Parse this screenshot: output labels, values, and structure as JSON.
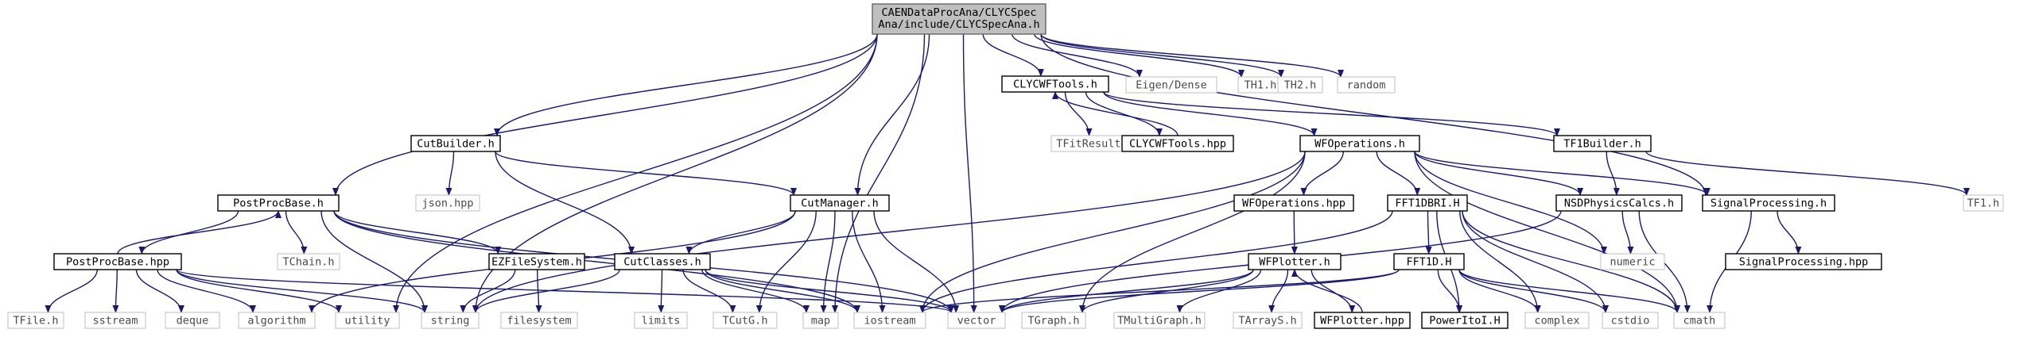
{
  "diagram": {
    "root": {
      "id": "root",
      "lines": [
        "CAENDataProcAna/CLYCSpec",
        "Ana/include/CLYCSpecAna.h"
      ]
    },
    "nodes": [
      {
        "id": "clycwftools_h",
        "label": "CLYCWFTools.h",
        "kind": "doc"
      },
      {
        "id": "eigen",
        "label": "Eigen/Dense",
        "kind": "ext"
      },
      {
        "id": "th1",
        "label": "TH1.h",
        "kind": "ext"
      },
      {
        "id": "th2",
        "label": "TH2.h",
        "kind": "ext"
      },
      {
        "id": "random",
        "label": "random",
        "kind": "ext"
      },
      {
        "id": "cutbuilder",
        "label": "CutBuilder.h",
        "kind": "doc"
      },
      {
        "id": "tfitresult",
        "label": "TFitResult.h",
        "kind": "ext"
      },
      {
        "id": "clycwftools_hpp",
        "label": "CLYCWFTools.hpp",
        "kind": "doc"
      },
      {
        "id": "wfoperations_h",
        "label": "WFOperations.h",
        "kind": "doc"
      },
      {
        "id": "tf1builder",
        "label": "TF1Builder.h",
        "kind": "doc"
      },
      {
        "id": "tf1",
        "label": "TF1.h",
        "kind": "ext"
      },
      {
        "id": "json",
        "label": "json.hpp",
        "kind": "ext"
      },
      {
        "id": "postprocbase_h",
        "label": "PostProcBase.h",
        "kind": "doc"
      },
      {
        "id": "cutmanager",
        "label": "CutManager.h",
        "kind": "doc"
      },
      {
        "id": "wfoperations_hpp",
        "label": "WFOperations.hpp",
        "kind": "doc"
      },
      {
        "id": "fft1dbri",
        "label": "FFT1DBRI.H",
        "kind": "doc"
      },
      {
        "id": "nsdphysics",
        "label": "NSDPhysicsCalcs.h",
        "kind": "doc"
      },
      {
        "id": "signalproc_h",
        "label": "SignalProcessing.h",
        "kind": "doc"
      },
      {
        "id": "tchain",
        "label": "TChain.h",
        "kind": "ext"
      },
      {
        "id": "postprocbase_hpp",
        "label": "PostProcBase.hpp",
        "kind": "doc"
      },
      {
        "id": "ezfilesystem",
        "label": "EZFileSystem.h",
        "kind": "doc"
      },
      {
        "id": "cutclasses",
        "label": "CutClasses.h",
        "kind": "doc"
      },
      {
        "id": "wfplotter_h",
        "label": "WFPlotter.h",
        "kind": "doc"
      },
      {
        "id": "fft1d",
        "label": "FFT1D.H",
        "kind": "doc"
      },
      {
        "id": "numeric",
        "label": "numeric",
        "kind": "ext"
      },
      {
        "id": "signalproc_hpp",
        "label": "SignalProcessing.hpp",
        "kind": "doc"
      },
      {
        "id": "tfile",
        "label": "TFile.h",
        "kind": "ext"
      },
      {
        "id": "sstream",
        "label": "sstream",
        "kind": "ext"
      },
      {
        "id": "deque",
        "label": "deque",
        "kind": "ext"
      },
      {
        "id": "algorithm",
        "label": "algorithm",
        "kind": "ext"
      },
      {
        "id": "utility",
        "label": "utility",
        "kind": "ext"
      },
      {
        "id": "string",
        "label": "string",
        "kind": "ext"
      },
      {
        "id": "filesystem",
        "label": "filesystem",
        "kind": "ext"
      },
      {
        "id": "limits",
        "label": "limits",
        "kind": "ext"
      },
      {
        "id": "tcutg",
        "label": "TCutG.h",
        "kind": "ext"
      },
      {
        "id": "map",
        "label": "map",
        "kind": "ext"
      },
      {
        "id": "iostream",
        "label": "iostream",
        "kind": "ext"
      },
      {
        "id": "vector",
        "label": "vector",
        "kind": "ext"
      },
      {
        "id": "tgraph",
        "label": "TGraph.h",
        "kind": "ext"
      },
      {
        "id": "tmultigraph",
        "label": "TMultiGraph.h",
        "kind": "ext"
      },
      {
        "id": "tarrays",
        "label": "TArrayS.h",
        "kind": "ext"
      },
      {
        "id": "wfplotter_hpp",
        "label": "WFPlotter.hpp",
        "kind": "doc"
      },
      {
        "id": "poweritoi",
        "label": "PowerItoI.H",
        "kind": "doc"
      },
      {
        "id": "complex",
        "label": "complex",
        "kind": "ext"
      },
      {
        "id": "cstdio",
        "label": "cstdio",
        "kind": "ext"
      },
      {
        "id": "cmath",
        "label": "cmath",
        "kind": "ext"
      }
    ],
    "edges": [
      [
        "root",
        "clycwftools_h"
      ],
      [
        "root",
        "eigen"
      ],
      [
        "root",
        "th1"
      ],
      [
        "root",
        "th2"
      ],
      [
        "root",
        "random"
      ],
      [
        "root",
        "cutbuilder"
      ],
      [
        "root",
        "postprocbase_h"
      ],
      [
        "root",
        "cutmanager"
      ],
      [
        "root",
        "string"
      ],
      [
        "root",
        "utility"
      ],
      [
        "root",
        "map"
      ],
      [
        "root",
        "vector"
      ],
      [
        "root",
        "signalproc_h"
      ],
      [
        "clycwftools_h",
        "tfitresult"
      ],
      [
        "clycwftools_h",
        "clycwftools_hpp"
      ],
      [
        "clycwftools_hpp",
        "clycwftools_h"
      ],
      [
        "clycwftools_h",
        "wfoperations_h"
      ],
      [
        "clycwftools_h",
        "tf1builder"
      ],
      [
        "tf1builder",
        "tf1"
      ],
      [
        "tf1builder",
        "nsdphysics"
      ],
      [
        "cutbuilder",
        "json"
      ],
      [
        "cutbuilder",
        "cutmanager"
      ],
      [
        "cutbuilder",
        "cutclasses"
      ],
      [
        "cutmanager",
        "cutclasses"
      ],
      [
        "cutmanager",
        "algorithm"
      ],
      [
        "cutmanager",
        "tcutg"
      ],
      [
        "cutmanager",
        "map"
      ],
      [
        "cutmanager",
        "iostream"
      ],
      [
        "cutmanager",
        "vector"
      ],
      [
        "postprocbase_h",
        "tchain"
      ],
      [
        "postprocbase_h",
        "postprocbase_hpp"
      ],
      [
        "postprocbase_hpp",
        "postprocbase_h"
      ],
      [
        "postprocbase_h",
        "ezfilesystem"
      ],
      [
        "postprocbase_h",
        "string"
      ],
      [
        "postprocbase_h",
        "vector"
      ],
      [
        "postprocbase_h",
        "iostream"
      ],
      [
        "postprocbase_hpp",
        "tfile"
      ],
      [
        "postprocbase_hpp",
        "sstream"
      ],
      [
        "postprocbase_hpp",
        "deque"
      ],
      [
        "postprocbase_hpp",
        "algorithm"
      ],
      [
        "postprocbase_hpp",
        "utility"
      ],
      [
        "postprocbase_hpp",
        "string"
      ],
      [
        "postprocbase_hpp",
        "vector"
      ],
      [
        "ezfilesystem",
        "string"
      ],
      [
        "ezfilesystem",
        "filesystem"
      ],
      [
        "cutclasses",
        "limits"
      ],
      [
        "cutclasses",
        "tcutg"
      ],
      [
        "cutclasses",
        "map"
      ],
      [
        "cutclasses",
        "iostream"
      ],
      [
        "cutclasses",
        "vector"
      ],
      [
        "cutclasses",
        "string"
      ],
      [
        "wfoperations_h",
        "wfoperations_hpp"
      ],
      [
        "wfoperations_h",
        "fft1dbri"
      ],
      [
        "wfoperations_h",
        "nsdphysics"
      ],
      [
        "wfoperations_h",
        "signalproc_h"
      ],
      [
        "wfoperations_h",
        "numeric"
      ],
      [
        "wfoperations_h",
        "cmath"
      ],
      [
        "wfoperations_h",
        "string"
      ],
      [
        "wfoperations_h",
        "iostream"
      ],
      [
        "wfoperations_h",
        "tgraph"
      ],
      [
        "wfoperations_hpp",
        "wfplotter_h"
      ],
      [
        "wfplotter_h",
        "vector"
      ],
      [
        "wfplotter_h",
        "tgraph"
      ],
      [
        "wfplotter_h",
        "tmultigraph"
      ],
      [
        "wfplotter_h",
        "tarrays"
      ],
      [
        "wfplotter_h",
        "wfplotter_hpp"
      ],
      [
        "wfplotter_hpp",
        "wfplotter_h"
      ],
      [
        "fft1dbri",
        "fft1d"
      ],
      [
        "fft1dbri",
        "poweritoi"
      ],
      [
        "fft1dbri",
        "complex"
      ],
      [
        "fft1dbri",
        "cstdio"
      ],
      [
        "fft1dbri",
        "cmath"
      ],
      [
        "fft1dbri",
        "iostream"
      ],
      [
        "fft1d",
        "poweritoi"
      ],
      [
        "fft1d",
        "complex"
      ],
      [
        "fft1d",
        "cstdio"
      ],
      [
        "fft1d",
        "cmath"
      ],
      [
        "fft1d",
        "iostream"
      ],
      [
        "fft1d",
        "vector"
      ],
      [
        "nsdphysics",
        "numeric"
      ],
      [
        "nsdphysics",
        "cmath"
      ],
      [
        "nsdphysics",
        "vector"
      ],
      [
        "signalproc_h",
        "signalproc_hpp"
      ],
      [
        "signalproc_h",
        "cmath"
      ]
    ]
  }
}
